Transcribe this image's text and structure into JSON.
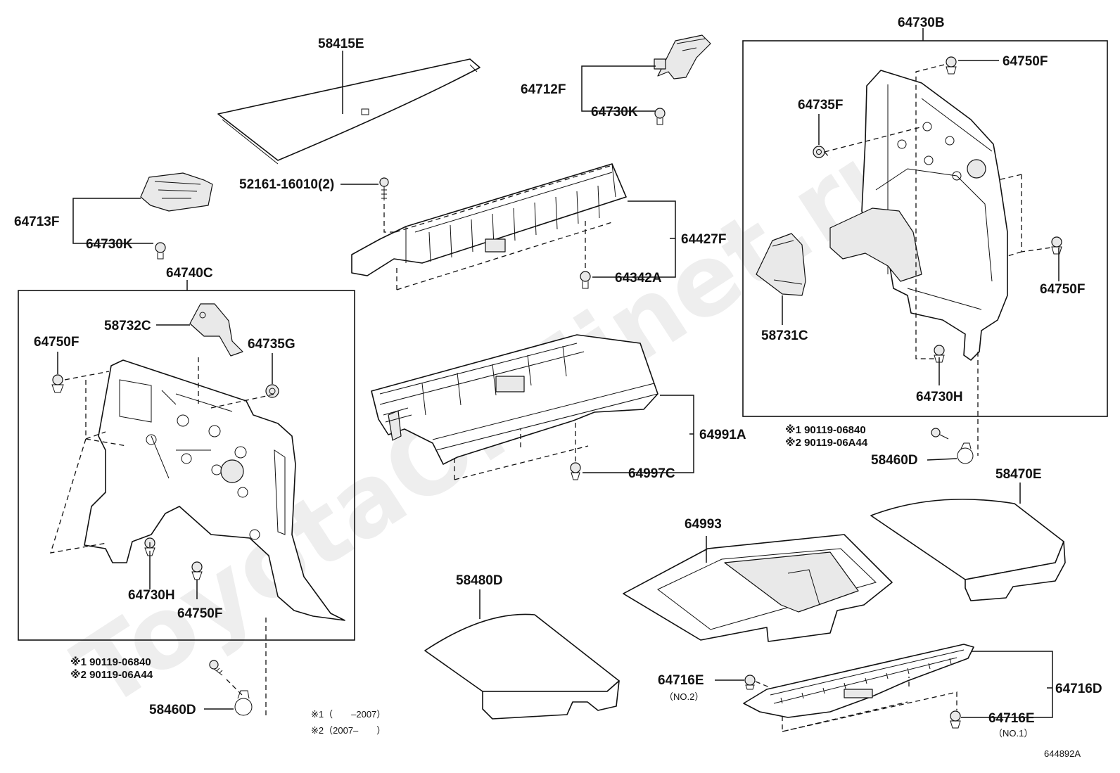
{
  "diagram": {
    "watermark": "ToyotaOrMinet.ru",
    "figure_code": "644892A",
    "labels": {
      "l58415E": "58415E",
      "l64712F": "64712F",
      "l64730K_top": "64730K",
      "l64730B": "64730B",
      "l64750F_a": "64750F",
      "l64735F": "64735F",
      "l52161": "52161-16010(2)",
      "l64713F": "64713F",
      "l64730K_left": "64730K",
      "l64427F": "64427F",
      "l64342A": "64342A",
      "l64740C": "64740C",
      "l58732C": "58732C",
      "l64750F_b": "64750F",
      "l64735G": "64735G",
      "l64750F_c": "64750F",
      "l58731C": "58731C",
      "l64730H_right": "64730H",
      "l64991A": "64991A",
      "l64997C": "64997C",
      "l64730H_left": "64730H",
      "l64750F_d": "64750F",
      "l58460D_right": "58460D",
      "l58470E": "58470E",
      "l64993": "64993",
      "l58480D": "58480D",
      "l64716E_no2": "64716E",
      "l64716D": "64716D",
      "l64716E_no1": "64716E",
      "l58460D_left": "58460D"
    },
    "notes": {
      "no2": "（NO.2）",
      "no1": "（NO.1）",
      "right_v1": "※1 90119-06840",
      "right_v2": "※2 90119-06A44",
      "left_v1": "※1 90119-06840",
      "left_v2": "※2 90119-06A44",
      "foot1": "※1（　　–2007）",
      "foot2": "※2（2007–　　）"
    }
  }
}
